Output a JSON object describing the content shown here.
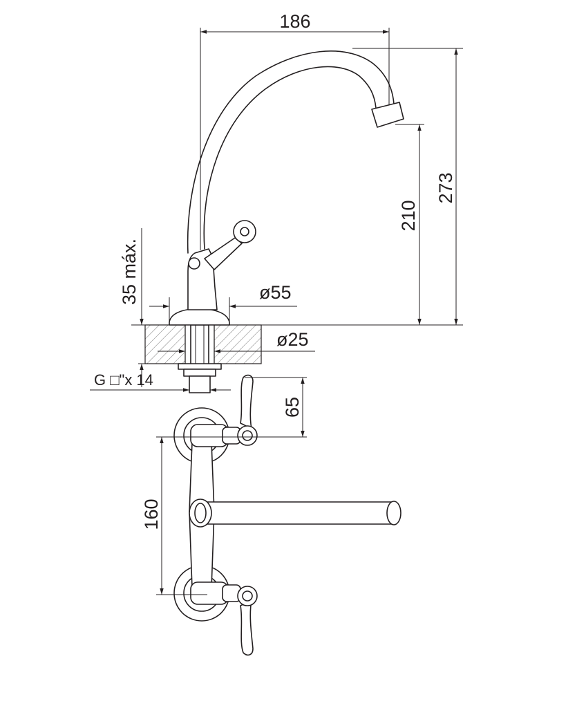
{
  "dimensions": {
    "spout_reach": "186",
    "total_height": "273",
    "spout_height": "210",
    "max_deck_thickness": "35 máx.",
    "base_diameter": "ø55",
    "hole_diameter": "ø25",
    "thread": "G □\"x 14",
    "wall_handle_offset": "65",
    "wall_centers": "160"
  },
  "colors": {
    "line": "#231f20",
    "background": "#ffffff"
  }
}
